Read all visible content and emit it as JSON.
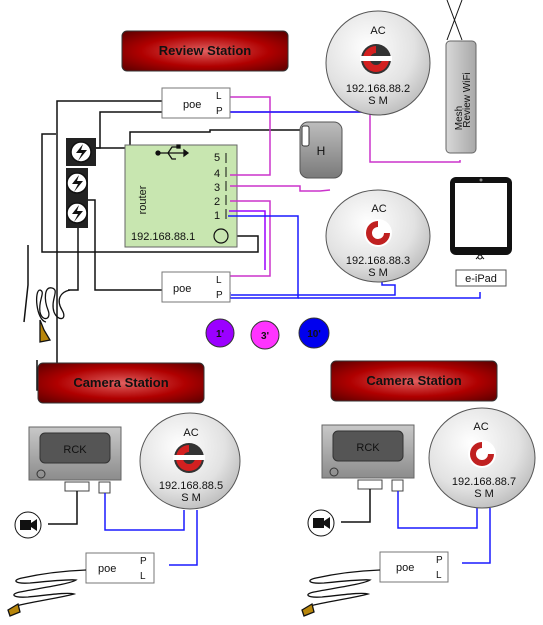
{
  "review_station": {
    "title": "Review Station",
    "router": {
      "label": "router",
      "ip": "192.168.88.1",
      "ports": [
        "5",
        "4",
        "3",
        "2",
        "1"
      ]
    },
    "poe_top": {
      "label": "poe",
      "port_l": "L",
      "port_p": "P"
    },
    "poe_bottom": {
      "label": "poe",
      "port_l": "L",
      "port_p": "P"
    },
    "hub_label": "H",
    "ac_top": {
      "title": "AC",
      "ip": "192.168.88.2",
      "ports": "S M"
    },
    "ac_bottom": {
      "title": "AC",
      "ip": "192.168.88.3",
      "ports": "S M"
    },
    "mesh": {
      "line1": "Mesh",
      "line2": "Review WiFi"
    },
    "ipad_label": "e-iPad"
  },
  "legend": [
    {
      "label": "1'",
      "color": "#9b00ff"
    },
    {
      "label": "3'",
      "color": "#ff00ff"
    },
    {
      "label": "10'",
      "color": "#0000ee"
    }
  ],
  "camera_station_left": {
    "title": "Camera Station",
    "rck_label": "RCK",
    "ac": {
      "title": "AC",
      "ip": "192.168.88.5",
      "ports": "S M"
    },
    "poe": {
      "label": "poe",
      "port_p": "P",
      "port_l": "L"
    }
  },
  "camera_station_right": {
    "title": "Camera Station",
    "rck_label": "RCK",
    "ac": {
      "title": "AC",
      "ip": "192.168.88.7",
      "ports": "S M"
    },
    "poe": {
      "label": "poe",
      "port_p": "P",
      "port_l": "L"
    }
  },
  "colors": {
    "banner": "#a50000",
    "router_green": "#c8e6b0",
    "cable_1ft": "#9b00ff",
    "cable_3ft": "#ff00ff",
    "cable_10ft": "#0000ee"
  }
}
